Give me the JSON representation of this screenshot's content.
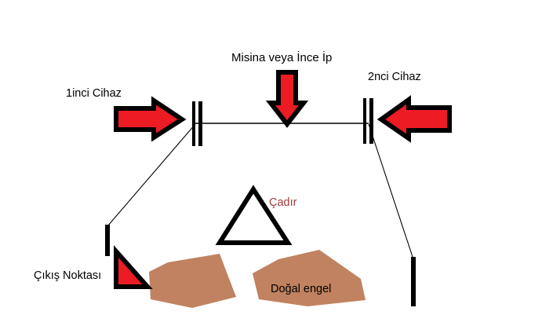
{
  "diagram": {
    "title": "Misina veya İnce İp",
    "labels": {
      "device_left": "1inci Cihaz",
      "device_right": "2nci Cihaz",
      "tent": "Çadır",
      "exit_point": "Çıkış Noktası",
      "obstacle": "Doğal engel"
    },
    "colors": {
      "arrow_red": "#ED1C24",
      "outline_black": "#000000",
      "terrain_brown": "#C08260",
      "tent_label_red": "#9E3C3C",
      "background": "#FFFFFF"
    },
    "elements": {
      "trip_line": "horizontal-line",
      "arrow_left": "right-pointing-red-arrow",
      "arrow_down": "down-pointing-red-arrow",
      "arrow_right": "left-pointing-red-arrow",
      "device_left_post": "double-vertical-bar",
      "device_right_post": "double-vertical-bar",
      "tent_shape": "white-triangle",
      "exit_marker": "red-right-triangle",
      "exit_post": "black-vertical-bar",
      "right_post": "black-vertical-bar",
      "obstacle_left": "brown-polygon",
      "obstacle_right": "brown-polygon",
      "sight_line_left": "thin-diagonal-line",
      "sight_line_right": "thin-diagonal-line"
    }
  }
}
